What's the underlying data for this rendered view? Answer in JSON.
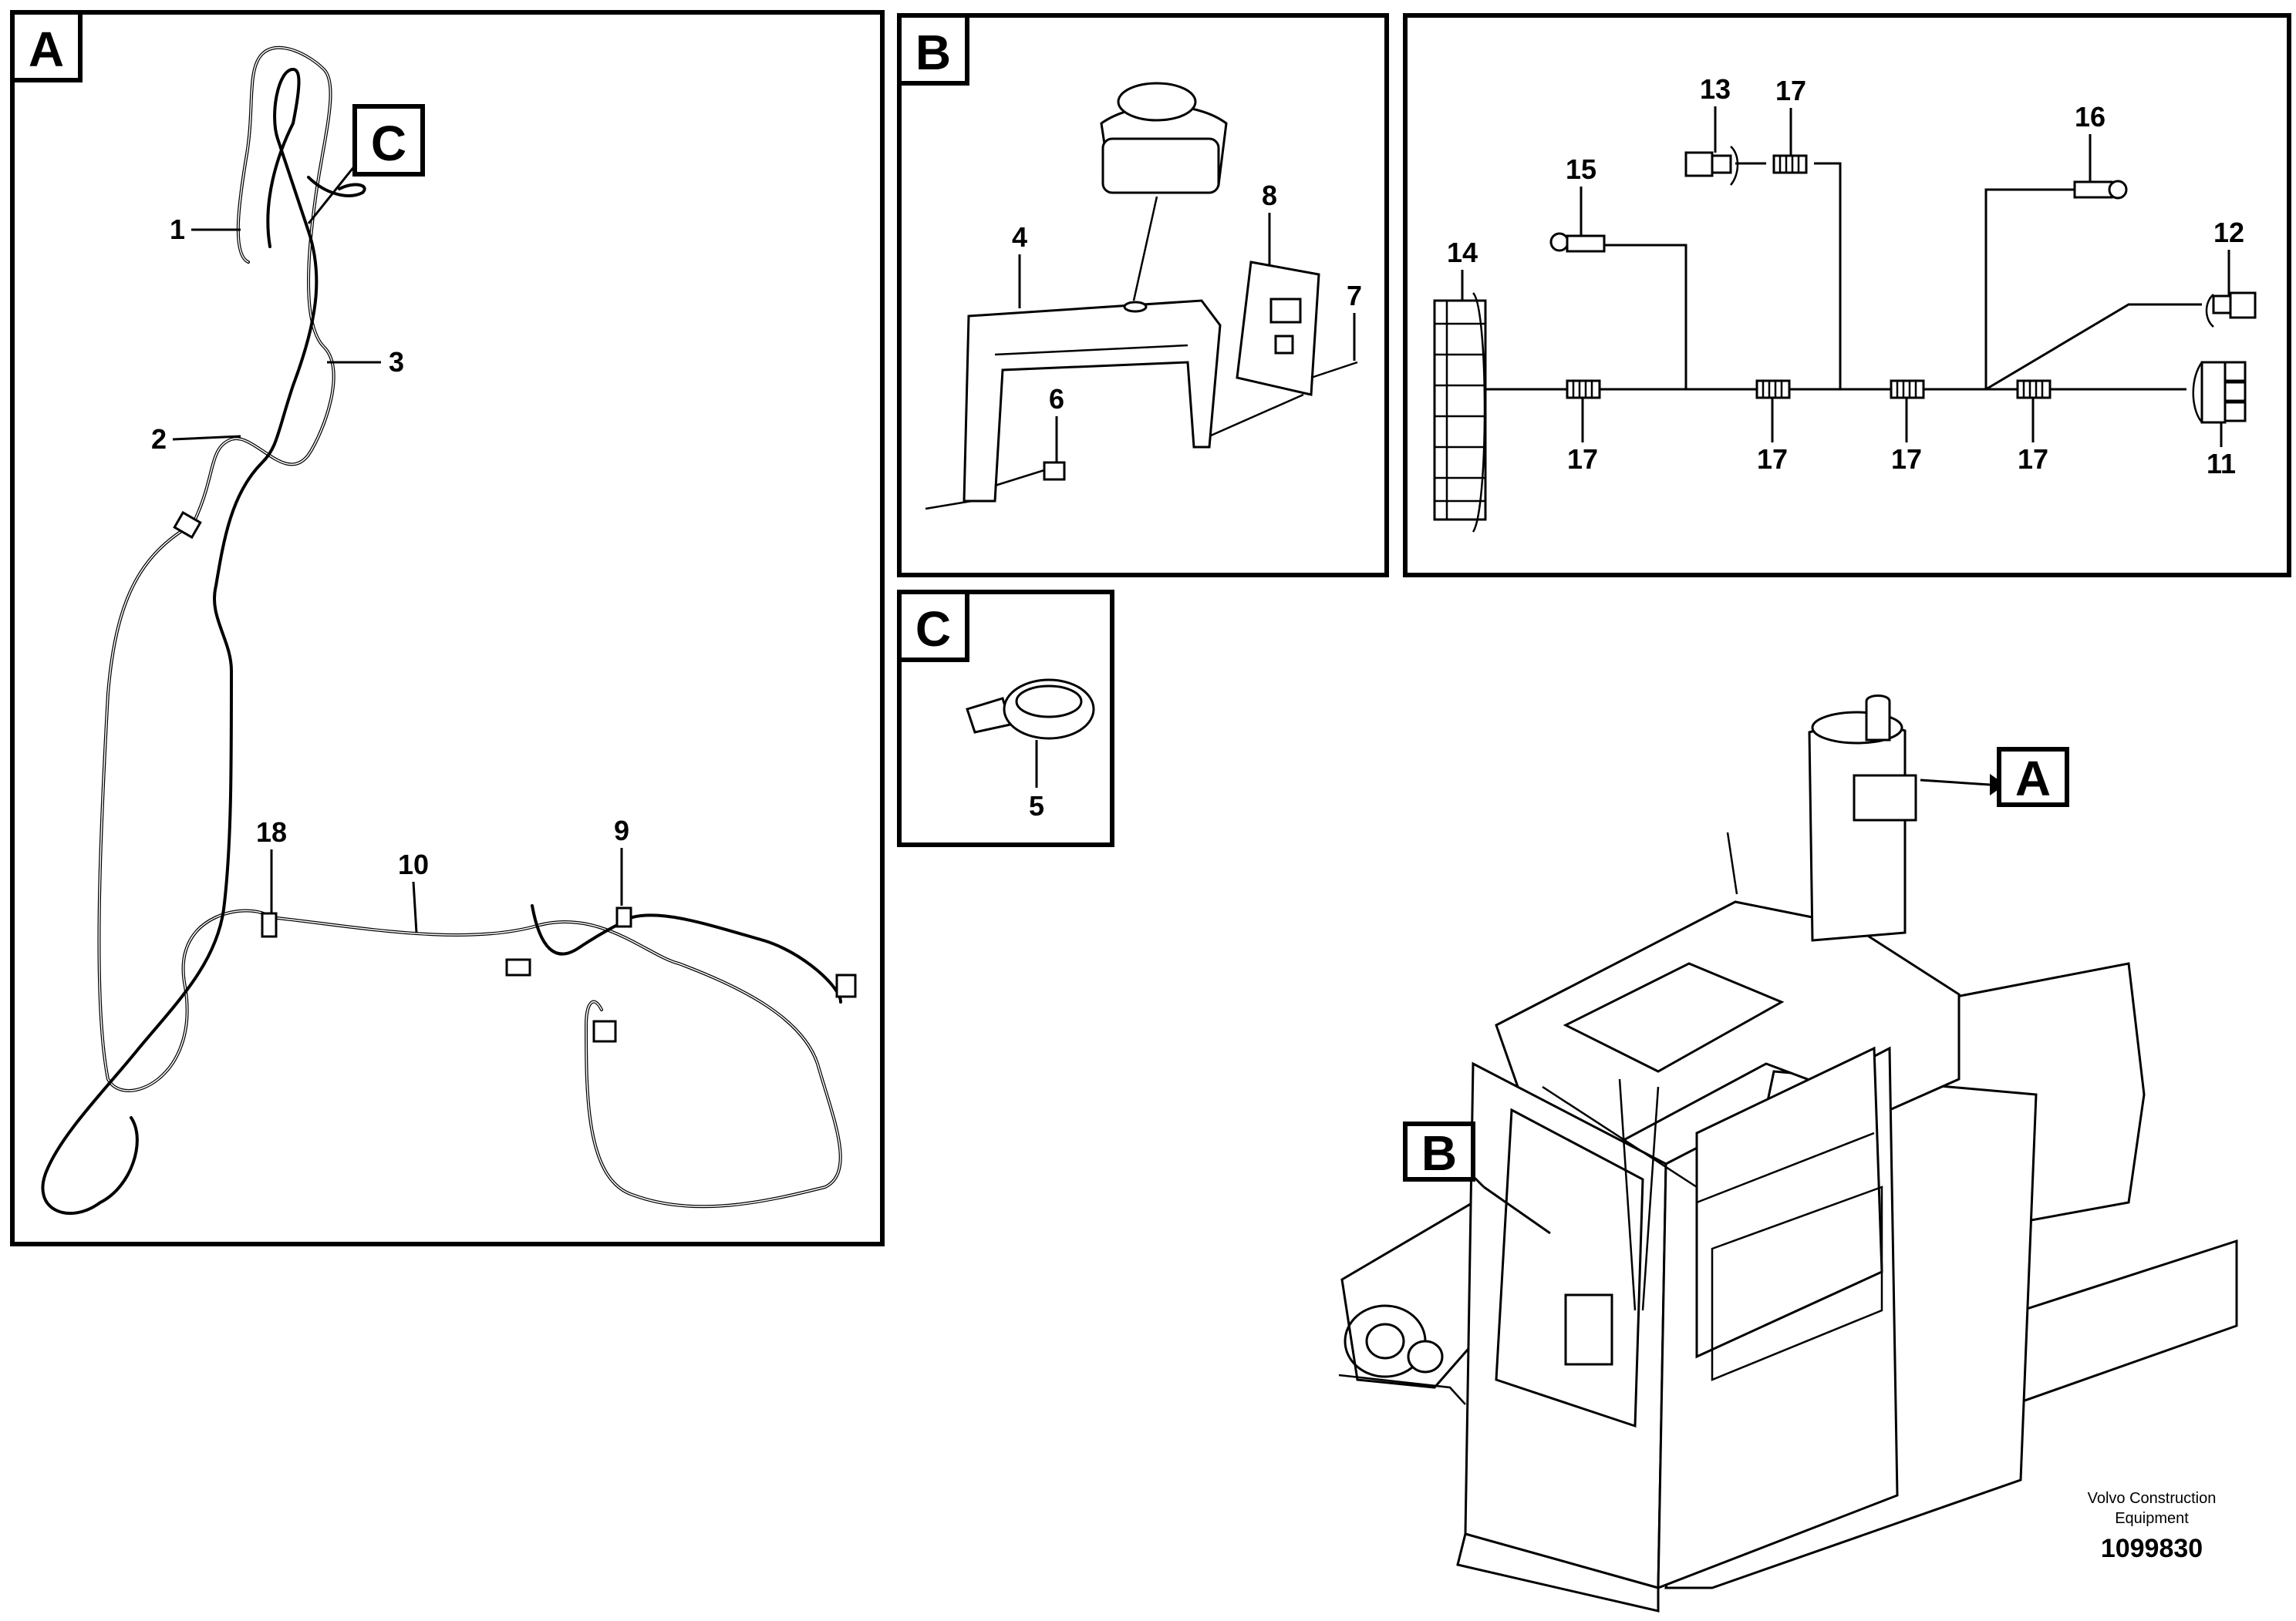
{
  "panels": {
    "a": {
      "tag": "A",
      "callouts": [
        "1",
        "2",
        "3",
        "9",
        "10",
        "18"
      ],
      "inset_tag": "C"
    },
    "b": {
      "tag": "B",
      "callouts": [
        "4",
        "6",
        "7",
        "8"
      ]
    },
    "c": {
      "tag": "C",
      "callouts": [
        "5"
      ]
    },
    "schematic": {
      "callouts": [
        "13",
        "17",
        "16",
        "15",
        "12",
        "14",
        "17",
        "17",
        "17",
        "17",
        "11"
      ]
    }
  },
  "overview": {
    "tags": [
      "A",
      "B"
    ]
  },
  "footer": {
    "company": "Volvo Construction",
    "company_line2": "Equipment",
    "drawing_number": "1099830"
  }
}
